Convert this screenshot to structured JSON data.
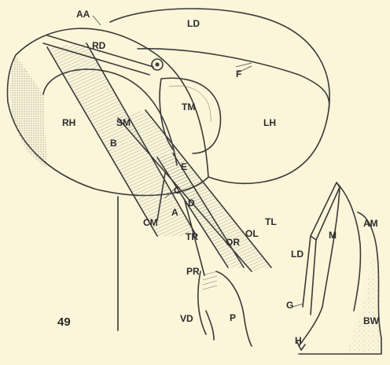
{
  "figure_number": "49",
  "labels": {
    "aa": "AA",
    "rd": "RD",
    "ld_upper": "LD",
    "f": "F",
    "tm": "TM",
    "rh": "RH",
    "sm": "SM",
    "lh": "LH",
    "b": "B",
    "e": "E",
    "c": "C",
    "d": "D",
    "a": "A",
    "cm": "CM",
    "tr": "TR",
    "or": "OR",
    "ol": "OL",
    "tl": "TL",
    "pr": "PR",
    "vd": "VD",
    "p": "P",
    "ld_lower": "LD",
    "m": "M",
    "am": "AM",
    "g": "G",
    "h": "H",
    "bw": "BW"
  }
}
